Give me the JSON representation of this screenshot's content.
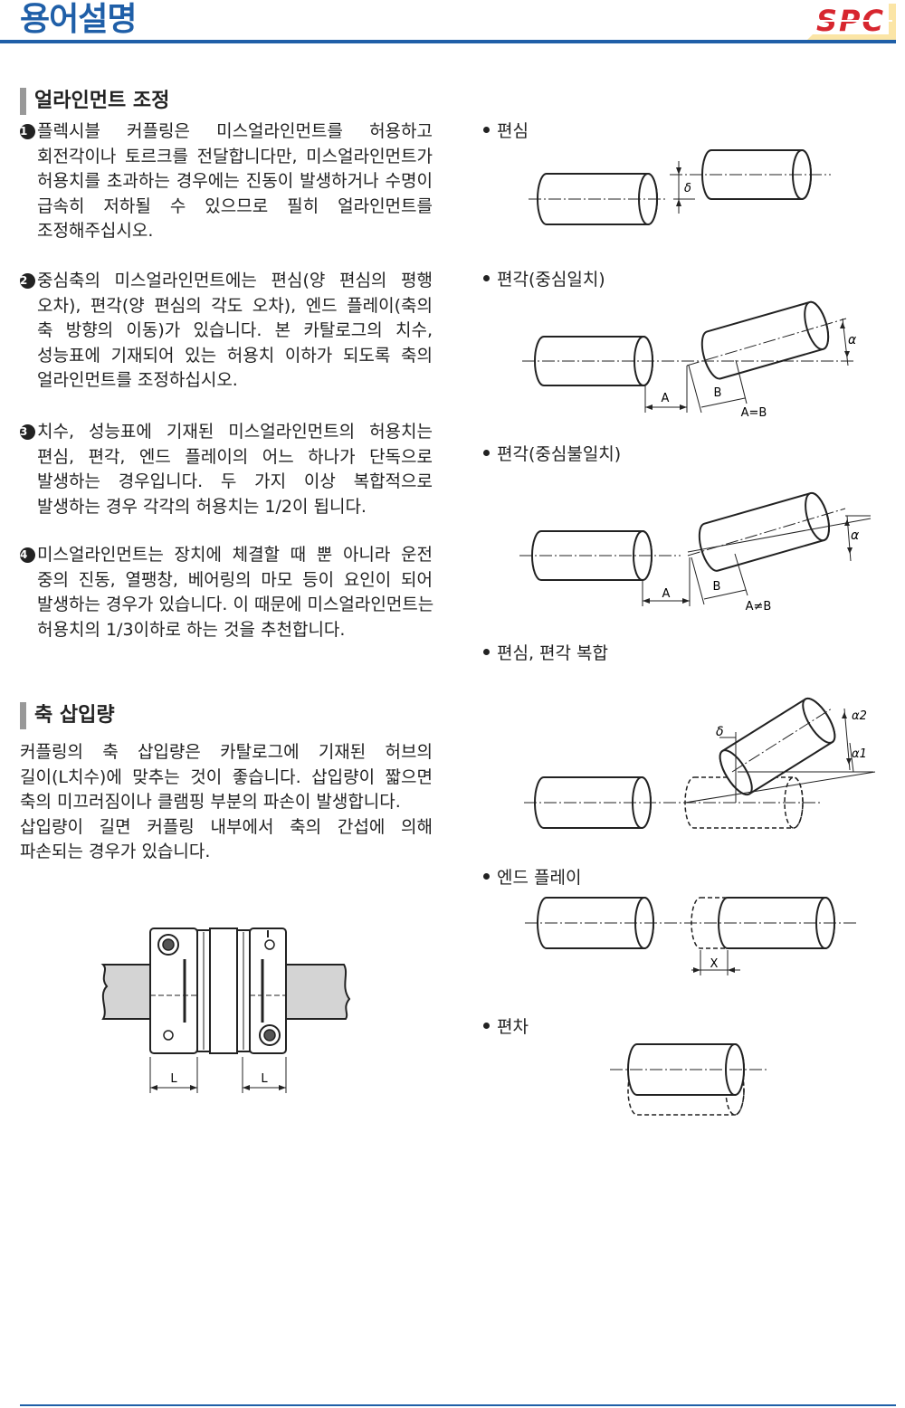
{
  "header": {
    "title": "용어설명",
    "logo": "SPC",
    "brand_color": "#1f5fa8",
    "logo_color": "#d7262f"
  },
  "sections": {
    "alignment": {
      "heading": "얼라인먼트 조정",
      "items": [
        {
          "num": "1",
          "lines": [
            "플렉시블 커플링은 미스얼라인먼트를 허용하고",
            "회전각이나 토르크를 전달합니다만, 미스얼라인먼트가",
            "허용치를 초과하는 경우에는 진동이 발생하거나 수명이",
            "급속히 저하될 수 있으므로 필히 얼라인먼트를",
            "조정해주십시오."
          ]
        },
        {
          "num": "2",
          "lines": [
            "중심축의 미스얼라인먼트에는 편심(양 편심의 평행",
            "오차), 편각(양 편심의 각도 오차), 엔드 플레이(축의",
            "축 방향의 이동)가 있습니다. 본 카탈로그의 치수,",
            "성능표에 기재되어 있는 허용치 이하가 되도록 축의",
            "얼라인먼트를 조정하십시오."
          ]
        },
        {
          "num": "3",
          "lines": [
            "치수, 성능표에 기재된 미스얼라인먼트의 허용치는",
            "편심, 편각, 엔드 플레이의 어느 하나가 단독으로",
            "발생하는 경우입니다. 두 가지 이상 복합적으로",
            "발생하는 경우 각각의 허용치는 1/2이 됩니다."
          ]
        },
        {
          "num": "4",
          "lines": [
            "미스얼라인먼트는 장치에 체결할 때 뿐 아니라 운전",
            "중의 진동, 열팽창, 베어링의 마모 등이 요인이 되어",
            "발생하는 경우가 있습니다. 이 때문에 미스얼라인먼트는",
            "허용치의 1/3이하로 하는 것을 추천합니다."
          ]
        }
      ]
    },
    "insertion": {
      "heading": "축 삽입량",
      "lines": [
        "커플링의 축 삽입량은 카탈로그에 기재된 허브의",
        "길이(L치수)에 맞추는 것이 좋습니다. 삽입량이 짧으면",
        "축의 미끄러짐이나 클램핑 부분의 파손이 발생합니다.",
        "삽입량이 길면 커플링 내부에서 축의 간섭에 의해",
        "파손되는 경우가 있습니다."
      ],
      "dim_label": "L"
    }
  },
  "diagrams": {
    "eccentric": {
      "label": "편심",
      "delta": "δ"
    },
    "angular_center": {
      "label": "편각(중심일치)",
      "a": "A",
      "b": "B",
      "alpha": "α",
      "eq": "A=B"
    },
    "angular_offcenter": {
      "label": "편각(중심불일치)",
      "a": "A",
      "b": "B",
      "alpha": "α",
      "eq": "A≠B"
    },
    "combined": {
      "label": "편심, 편각 복합",
      "delta": "δ",
      "alpha2": "α2",
      "alpha1": "α1"
    },
    "endplay": {
      "label": "엔드 플레이",
      "x": "X"
    },
    "deviation": {
      "label": "편차"
    }
  }
}
